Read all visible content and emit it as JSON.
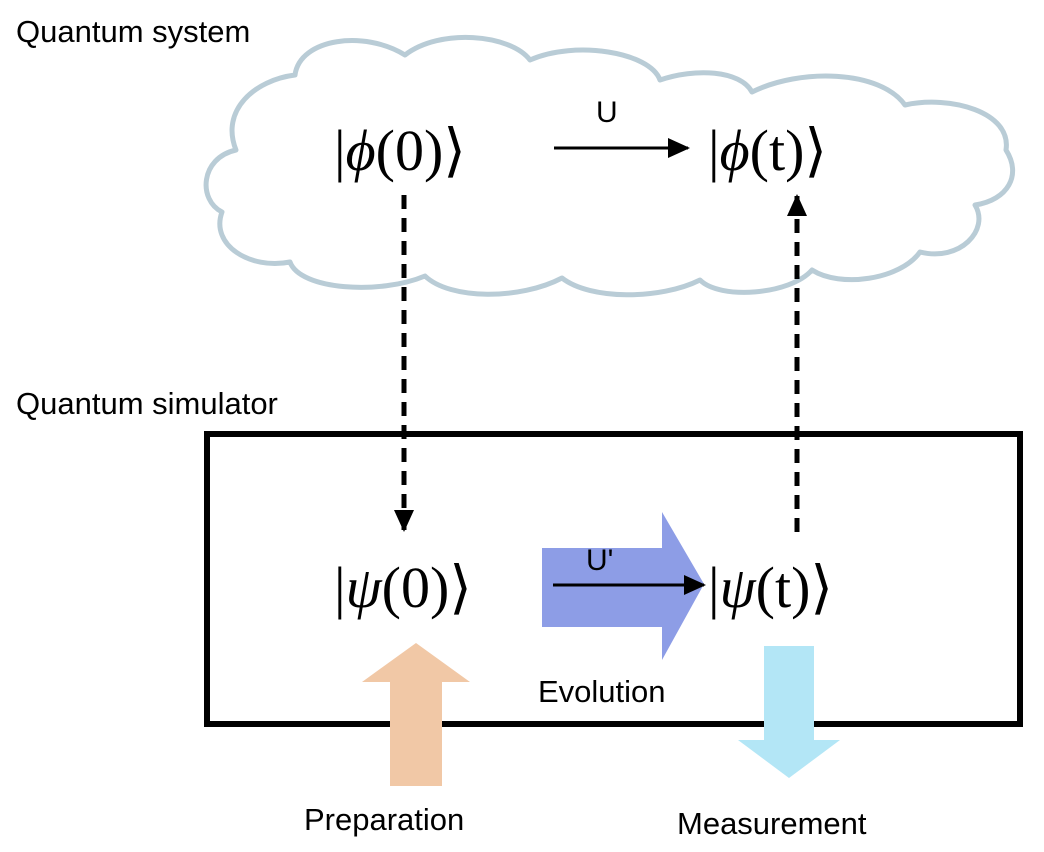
{
  "quantum_system": {
    "title": "Quantum system",
    "state_initial": {
      "open": "|",
      "symbol": "ϕ",
      "argument": "(0)",
      "close": "⟩"
    },
    "state_final": {
      "open": "|",
      "symbol": "ϕ",
      "argument": "(t)",
      "close": "⟩"
    },
    "operator": "U",
    "cloud_color": "#b9ccd6"
  },
  "quantum_simulator": {
    "title": "Quantum simulator",
    "state_initial": {
      "open": "|",
      "symbol": "ψ",
      "argument": "(0)",
      "close": "⟩"
    },
    "state_final": {
      "open": "|",
      "symbol": "ψ",
      "argument": "(t)",
      "close": "⟩"
    },
    "operator": "U'",
    "evolution_label": "Evolution",
    "evolution_color": "#8d9de6"
  },
  "preparation": {
    "label": "Preparation",
    "color": "#f1c8a6"
  },
  "measurement": {
    "label": "Measurement",
    "color": "#b3e6f6"
  }
}
